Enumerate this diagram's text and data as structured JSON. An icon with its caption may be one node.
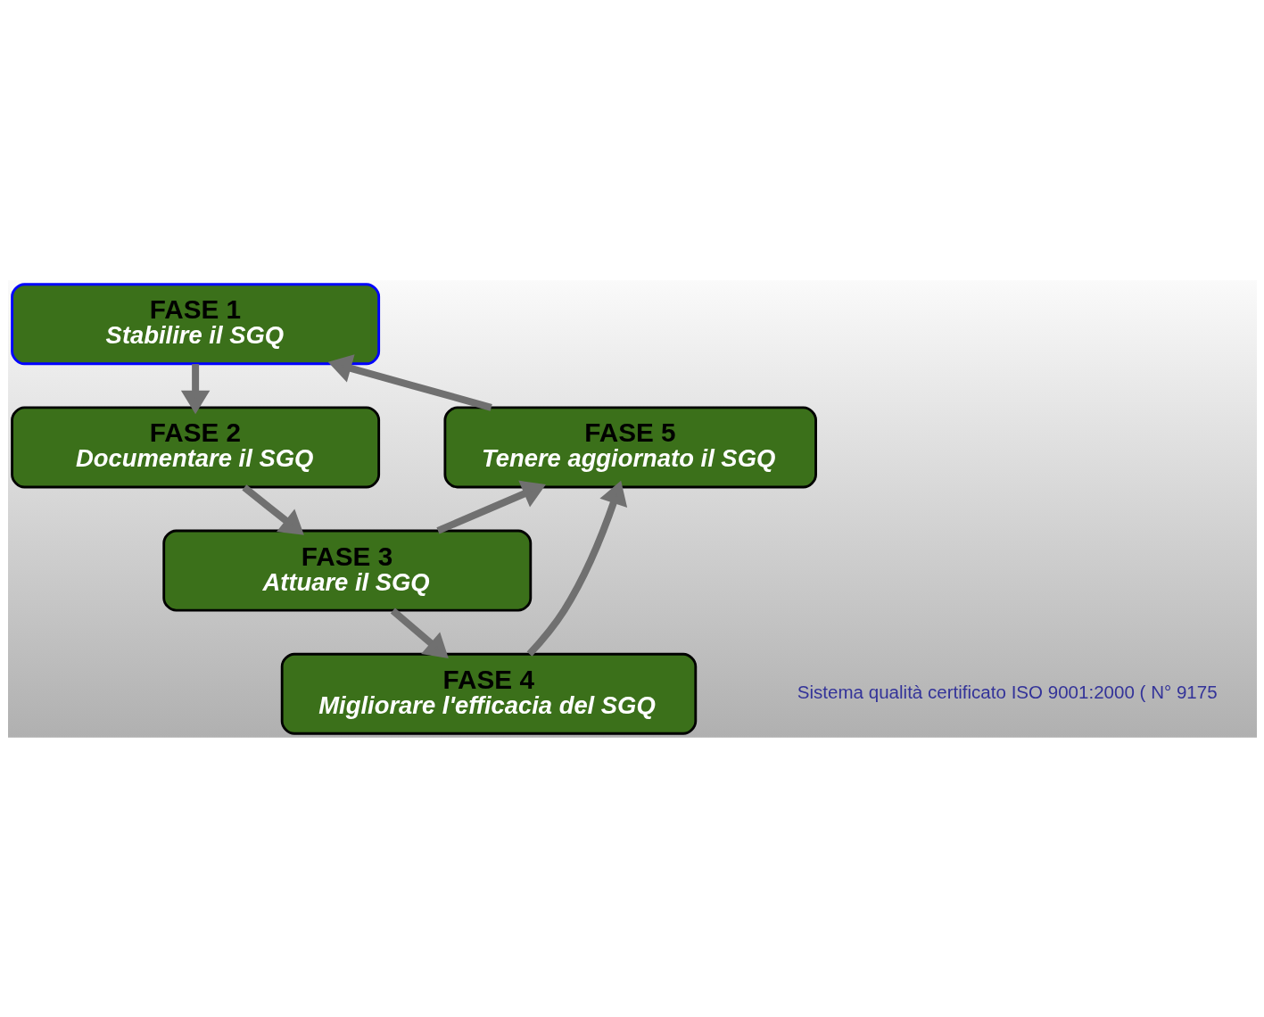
{
  "diagram": {
    "nodes": [
      {
        "text": [
          "FASE 1",
          "Stabilire il SGQ"
        ]
      },
      {
        "text": [
          "FASE 2",
          "Documentare il SGQ"
        ]
      },
      {
        "text": [
          "FASE 3",
          "Attuare il SGQ"
        ]
      },
      {
        "text": [
          "FASE 4",
          "Migliorare l'efficacia del SGQ"
        ]
      },
      {
        "text": [
          "FASE 5",
          "Tenere aggiornato il SGQ"
        ]
      }
    ],
    "edges": [
      {
        "from": 0,
        "to": 1,
        "arrow": "to"
      },
      {
        "from": 1,
        "to": 2,
        "arrow": "to"
      },
      {
        "from": 2,
        "to": 3,
        "arrow": "to"
      },
      {
        "from": 2,
        "to": 4,
        "arrow": "to"
      },
      {
        "from": 3,
        "to": 4,
        "arrow": "to"
      },
      {
        "from": 4,
        "to": 0,
        "arrow": "to"
      }
    ],
    "labels": [
      "Sistema qualità certificato ISO 9001:2000 ( N° 9175"
    ]
  }
}
